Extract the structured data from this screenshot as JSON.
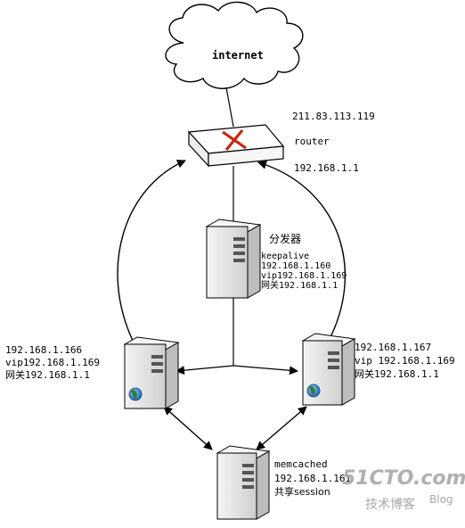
{
  "cloud_label": "internet",
  "router": {
    "wan_ip": "211.83.113.119",
    "name": "router",
    "lan_ip": "192.168.1.1"
  },
  "dispatcher": {
    "title": "分发器",
    "line1": "keepalive",
    "line2": "192.168.1.160",
    "line3": "vip192.168.1.169",
    "line4": "网关192.168.1.1"
  },
  "left_server": {
    "line1": "192.168.1.166",
    "line2": "vip192.168.1.169",
    "line3": "网关192.168.1.1"
  },
  "right_server": {
    "line1": "192.168.1.167",
    "line2": "vip 192.168.1.169",
    "line3": "网关192.168.1.1"
  },
  "memcached": {
    "line1": "memcached",
    "line2": "192.168.1.161",
    "line3": "共享session"
  },
  "watermark": {
    "site": "51CTO.com",
    "sub": "技术博客",
    "blog": "Blog"
  },
  "colors": {
    "stroke": "#000000",
    "router_x": "#cc2200",
    "server_fill": "#e8e8e8",
    "globe": "#2e7d32",
    "watermark": "#b0b0b0"
  }
}
